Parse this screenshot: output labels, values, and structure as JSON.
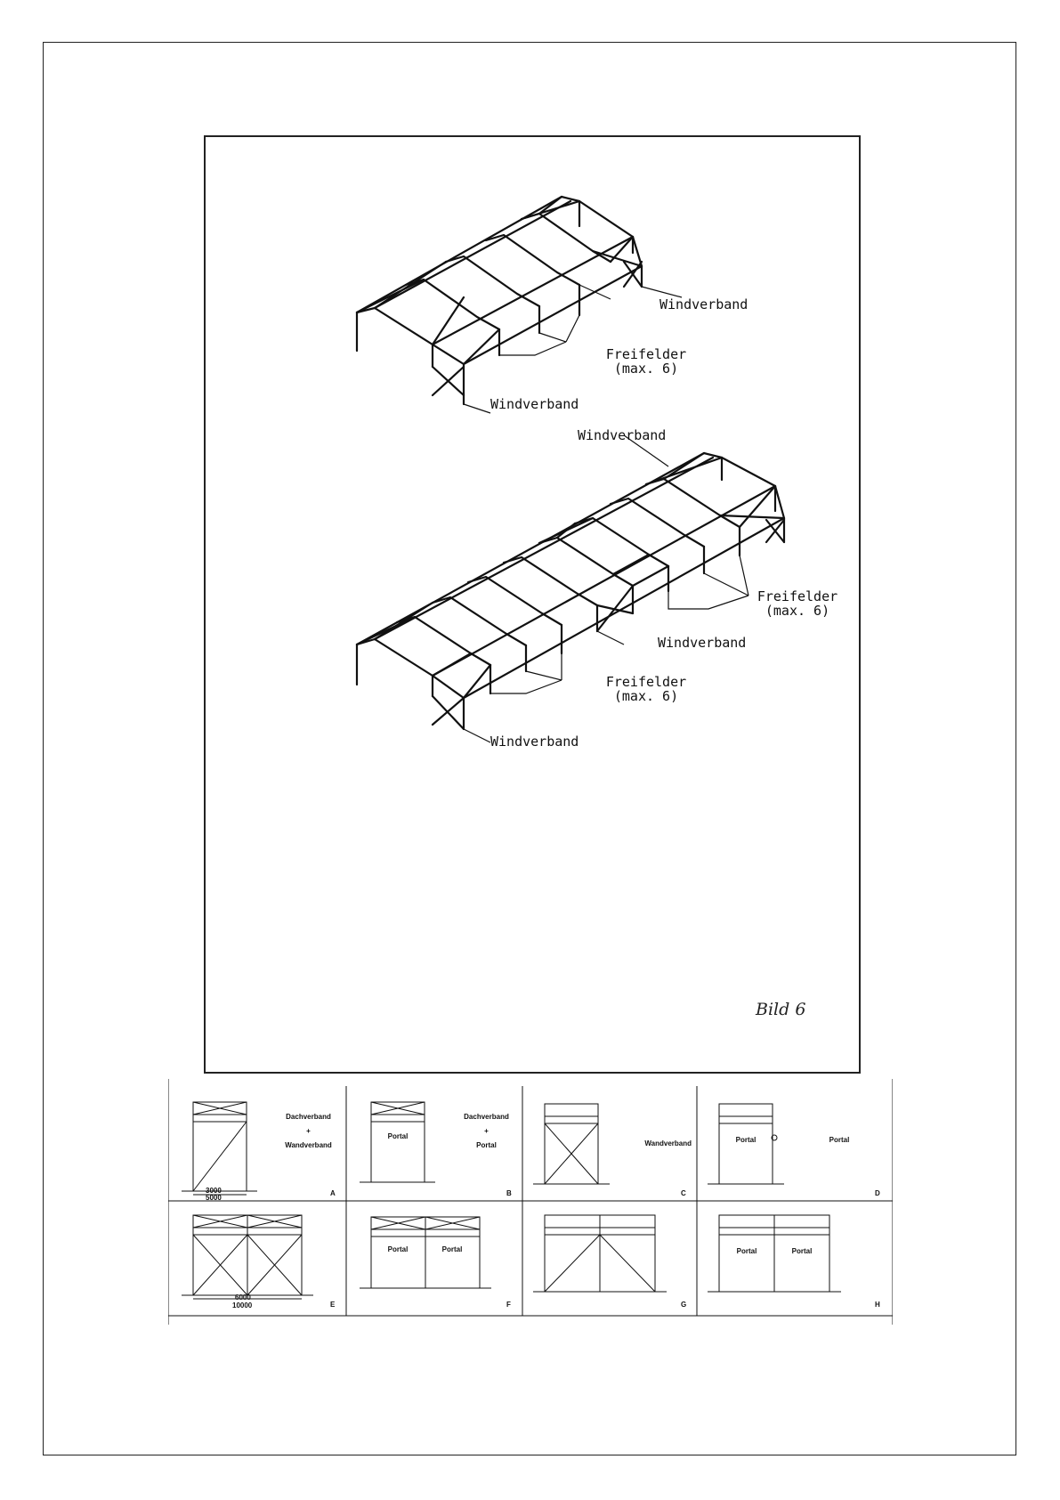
{
  "figure": {
    "caption": "Bild 6",
    "upper_hall": {
      "labels": {
        "wind_right": "Windverband",
        "free_line1": "Freifelder",
        "free_line2": "(max. 6)",
        "wind_bottom": "Windverband"
      }
    },
    "lower_hall": {
      "labels": {
        "wind_top": "Windverband",
        "free_right_line1": "Freifelder",
        "free_right_line2": "(max. 6)",
        "wind_middle": "Windverband",
        "free_left_line1": "Freifelder",
        "free_left_line2": "(max. 6)",
        "wind_bottom": "Windverband"
      }
    }
  },
  "bracing_table": {
    "panels": [
      {
        "letter": "A",
        "text1": "Dachverband",
        "text2": "+",
        "text3": "Wandverband",
        "dim1": "3000",
        "dim2": "5000"
      },
      {
        "letter": "B",
        "text1": "Dachverband",
        "text2": "+",
        "text3": "Portal",
        "inner": "Portal"
      },
      {
        "letter": "C",
        "text1": "Wandverband"
      },
      {
        "letter": "D",
        "text1": "Portal",
        "inner": "Portal"
      },
      {
        "letter": "E",
        "dim1": "6000",
        "dim2": "10000"
      },
      {
        "letter": "F",
        "inner1": "Portal",
        "inner2": "Portal"
      },
      {
        "letter": "G"
      },
      {
        "letter": "H",
        "inner1": "Portal",
        "inner2": "Portal"
      }
    ]
  }
}
